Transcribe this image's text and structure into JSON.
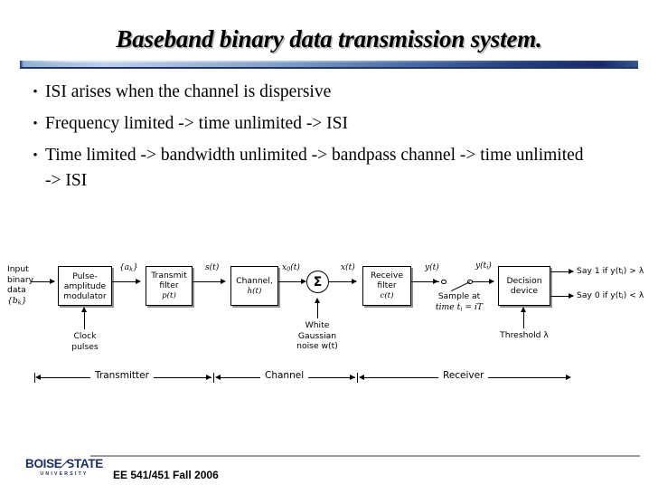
{
  "slide": {
    "title": "Baseband binary data transmission system.",
    "bullet_marker": "•",
    "bullets": [
      "ISI arises when the channel is dispersive",
      "Frequency limited -> time unlimited -> ISI",
      "Time limited -> bandwidth unlimited -> bandpass channel -> time unlimited -> ISI"
    ]
  },
  "diagram": {
    "input_label": "Input\nbinary\ndata\n{b",
    "input_lines": [
      "Input",
      "binary",
      "data"
    ],
    "input_symbol_pre": "{b",
    "input_symbol_sub": "k",
    "input_symbol_post": "}",
    "blocks": [
      {
        "id": "pam",
        "lines": [
          "Pulse-",
          "amplitude",
          "modulator"
        ],
        "sub": ""
      },
      {
        "id": "transmit-filter",
        "lines": [
          "Transmit",
          "filter"
        ],
        "sub": "p(t)"
      },
      {
        "id": "channel",
        "lines": [
          "Channel,"
        ],
        "sub": "h(t)"
      },
      {
        "id": "receive-filter",
        "lines": [
          "Receive",
          "filter"
        ],
        "sub": "c(t)"
      },
      {
        "id": "decision-device",
        "lines": [
          "Decision",
          "device"
        ],
        "sub": ""
      }
    ],
    "signal_labels": {
      "ak": "{a",
      "ak_sub": "k",
      "ak_post": "}",
      "st": "s(t)",
      "x0t_pre": "x",
      "x0t_sub": "0",
      "x0t_post": "(t)",
      "xt": "x(t)",
      "yt": "y(t)",
      "yti_pre": "y(t",
      "yti_sub": "i",
      "yti_post": ")"
    },
    "sum_symbol": "Σ",
    "clock_lines": [
      "Clock",
      "pulses"
    ],
    "noise_lines": [
      "White",
      "Gaussian",
      "noise w(t)"
    ],
    "sample_line1": "Sample at",
    "sample_line2_pre": "time t",
    "sample_line2_sub": "i",
    "sample_line2_post": " = iT",
    "threshold_label": "Threshold λ",
    "output_1_pre": "Say 1 if y(t",
    "output_1_sub": "i",
    "output_1_post": ") > λ",
    "output_0_pre": "Say 0 if y(t",
    "output_0_sub": "i",
    "output_0_post": ") < λ",
    "spans": [
      {
        "id": "transmitter",
        "label": "Transmitter"
      },
      {
        "id": "channel",
        "label": "Channel"
      },
      {
        "id": "receiver",
        "label": "Receiver"
      }
    ]
  },
  "footer": {
    "logo_word1": "BOISE",
    "logo_word2": "STATE",
    "logo_sub": "UNIVERSITY",
    "course": "EE 541/451 Fall 2006"
  },
  "colors": {
    "title_text": "#000000",
    "divider_navy": "#1d3377",
    "divider_blue": "#5b7fb5",
    "logo_navy": "#1b2f6b",
    "diagram_line": "#000000",
    "background": "#ffffff"
  }
}
